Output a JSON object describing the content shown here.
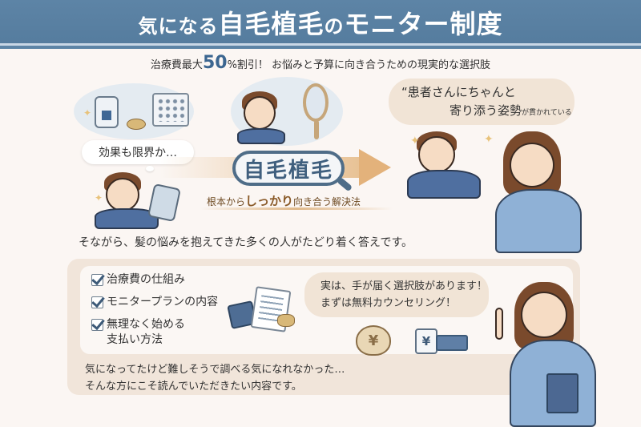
{
  "header": {
    "title_prefix": "気になる",
    "title_main": "自毛植毛",
    "title_mid": "の",
    "title_suffix": "モニター制度",
    "bg_color": "#5a81a3"
  },
  "subtitle": {
    "before": "治療費最大",
    "number": "50",
    "unit": "%",
    "after": "割引！ お悩みと予算に向き合うための現実的な選択肢"
  },
  "top_section": {
    "thought_bubble": "効果も限界か…",
    "keyword": "自毛植毛",
    "tagline_before": "根本から",
    "tagline_em": "しっかり",
    "tagline_after": "向き合う解決法",
    "quote_line1": "“患者さんにちゃんと",
    "quote_line2": "寄り添う姿勢",
    "quote_line2_small": "が貫かれている",
    "bridge_text": "そながら、髪の悩みを抱えてきた多くの人がたどり着く答えです。"
  },
  "lower_panel": {
    "checklist": [
      {
        "label": "治療費の仕組み",
        "checked": true
      },
      {
        "label": "モニタープランの内容",
        "checked": true
      },
      {
        "label": "無理なく始める",
        "label2": "支払い方法",
        "checked": true
      }
    ],
    "speech_line1": "実は、手が届く選択肢があります！",
    "speech_line2": "まずは無料カウンセリング！",
    "footer_line1": "気になってたけど難しそうで調べる気になれなかった…",
    "footer_line2": "そんな方にこそ読んでいただきたい内容です。",
    "yen_symbol": "¥"
  },
  "icons": {
    "sparkle": "✦",
    "plus": "+"
  }
}
